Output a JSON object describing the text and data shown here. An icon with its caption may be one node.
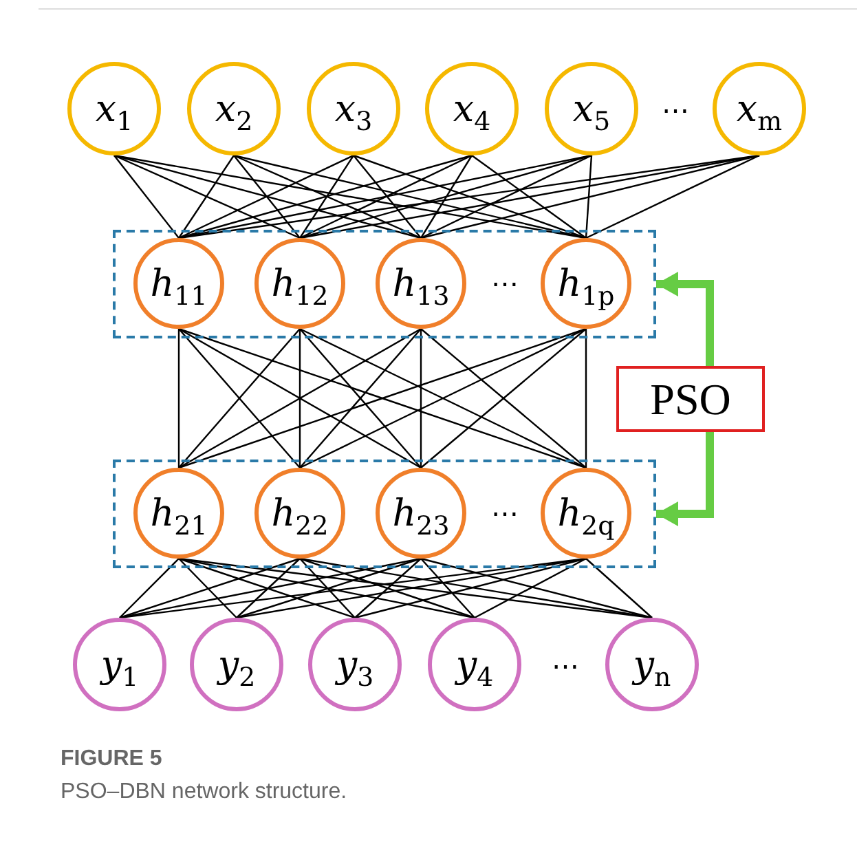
{
  "diagram": {
    "title": "FIGURE 5",
    "caption": "PSO–DBN network structure.",
    "nodes": [
      {
        "text": [
          "*x*$_{1}$"
        ]
      },
      {
        "text": [
          "*x*$_{2}$"
        ]
      },
      {
        "text": [
          "*x*$_{3}$"
        ]
      },
      {
        "text": [
          "*x*$_{4}$"
        ]
      },
      {
        "text": [
          "*x*$_{5}$"
        ]
      },
      {
        "text": [
          "*x*$_{m}$"
        ]
      },
      {
        "text": [],
        "shape": "box"
      },
      {
        "text": [
          "*h*$_{11}$"
        ],
        "in": 6
      },
      {
        "text": [
          "*h*$_{12}$"
        ],
        "in": 6
      },
      {
        "text": [
          "*h*$_{13}$"
        ],
        "in": 6
      },
      {
        "text": [
          "*h*$_{1p}$"
        ],
        "in": 6
      },
      {
        "text": [
          "PSO"
        ]
      },
      {
        "text": [],
        "shape": "box"
      },
      {
        "text": [
          "*h*$_{21}$"
        ],
        "in": 12
      },
      {
        "text": [
          "*h*$_{22}$"
        ],
        "in": 12
      },
      {
        "text": [
          "*h*$_{23}$"
        ],
        "in": 12
      },
      {
        "text": [
          "*h*$_{2q}$"
        ],
        "in": 12
      },
      {
        "text": [
          "*y*$_{1}$"
        ]
      },
      {
        "text": [
          "*y*$_{2}$"
        ]
      },
      {
        "text": [
          "*y*$_{3}$"
        ]
      },
      {
        "text": [
          "*y*$_{4}$"
        ]
      },
      {
        "text": [
          "*y*$_{n}$"
        ]
      }
    ],
    "edges": [
      {
        "from": 0,
        "to": 7,
        "arrow": "none"
      },
      {
        "from": 0,
        "to": 8,
        "arrow": "none"
      },
      {
        "from": 0,
        "to": 9,
        "arrow": "none"
      },
      {
        "from": 0,
        "to": 10,
        "arrow": "none"
      },
      {
        "from": 1,
        "to": 7,
        "arrow": "none"
      },
      {
        "from": 1,
        "to": 8,
        "arrow": "none"
      },
      {
        "from": 1,
        "to": 9,
        "arrow": "none"
      },
      {
        "from": 1,
        "to": 10,
        "arrow": "none"
      },
      {
        "from": 2,
        "to": 7,
        "arrow": "none"
      },
      {
        "from": 2,
        "to": 8,
        "arrow": "none"
      },
      {
        "from": 2,
        "to": 9,
        "arrow": "none"
      },
      {
        "from": 2,
        "to": 10,
        "arrow": "none"
      },
      {
        "from": 3,
        "to": 7,
        "arrow": "none"
      },
      {
        "from": 3,
        "to": 8,
        "arrow": "none"
      },
      {
        "from": 3,
        "to": 9,
        "arrow": "none"
      },
      {
        "from": 3,
        "to": 10,
        "arrow": "none"
      },
      {
        "from": 4,
        "to": 7,
        "arrow": "none"
      },
      {
        "from": 4,
        "to": 8,
        "arrow": "none"
      },
      {
        "from": 4,
        "to": 9,
        "arrow": "none"
      },
      {
        "from": 4,
        "to": 10,
        "arrow": "none"
      },
      {
        "from": 5,
        "to": 7,
        "arrow": "none"
      },
      {
        "from": 5,
        "to": 8,
        "arrow": "none"
      },
      {
        "from": 5,
        "to": 9,
        "arrow": "none"
      },
      {
        "from": 5,
        "to": 10,
        "arrow": "none"
      },
      {
        "from": 7,
        "to": 13,
        "arrow": "none"
      },
      {
        "from": 7,
        "to": 14,
        "arrow": "none"
      },
      {
        "from": 7,
        "to": 15,
        "arrow": "none"
      },
      {
        "from": 7,
        "to": 16,
        "arrow": "none"
      },
      {
        "from": 8,
        "to": 13,
        "arrow": "none"
      },
      {
        "from": 8,
        "to": 14,
        "arrow": "none"
      },
      {
        "from": 8,
        "to": 15,
        "arrow": "none"
      },
      {
        "from": 8,
        "to": 16,
        "arrow": "none"
      },
      {
        "from": 9,
        "to": 13,
        "arrow": "none"
      },
      {
        "from": 9,
        "to": 14,
        "arrow": "none"
      },
      {
        "from": 9,
        "to": 15,
        "arrow": "none"
      },
      {
        "from": 9,
        "to": 16,
        "arrow": "none"
      },
      {
        "from": 10,
        "to": 13,
        "arrow": "none"
      },
      {
        "from": 10,
        "to": 14,
        "arrow": "none"
      },
      {
        "from": 10,
        "to": 15,
        "arrow": "none"
      },
      {
        "from": 10,
        "to": 16,
        "arrow": "none"
      },
      {
        "from": 13,
        "to": 17,
        "arrow": "none"
      },
      {
        "from": 13,
        "to": 18,
        "arrow": "none"
      },
      {
        "from": 13,
        "to": 19,
        "arrow": "none"
      },
      {
        "from": 13,
        "to": 20,
        "arrow": "none"
      },
      {
        "from": 13,
        "to": 21,
        "arrow": "none"
      },
      {
        "from": 14,
        "to": 17,
        "arrow": "none"
      },
      {
        "from": 14,
        "to": 18,
        "arrow": "none"
      },
      {
        "from": 14,
        "to": 19,
        "arrow": "none"
      },
      {
        "from": 14,
        "to": 20,
        "arrow": "none"
      },
      {
        "from": 14,
        "to": 21,
        "arrow": "none"
      },
      {
        "from": 15,
        "to": 17,
        "arrow": "none"
      },
      {
        "from": 15,
        "to": 18,
        "arrow": "none"
      },
      {
        "from": 15,
        "to": 19,
        "arrow": "none"
      },
      {
        "from": 15,
        "to": 20,
        "arrow": "none"
      },
      {
        "from": 15,
        "to": 21,
        "arrow": "none"
      },
      {
        "from": 16,
        "to": 17,
        "arrow": "none"
      },
      {
        "from": 16,
        "to": 18,
        "arrow": "none"
      },
      {
        "from": 16,
        "to": 19,
        "arrow": "none"
      },
      {
        "from": 16,
        "to": 20,
        "arrow": "none"
      },
      {
        "from": 16,
        "to": 21,
        "arrow": "none"
      },
      {
        "from": 11,
        "to": 6,
        "arrow": "to",
        "style": "thick",
        "color": "#66cc44"
      },
      {
        "from": 11,
        "to": 12,
        "arrow": "to",
        "style": "thick",
        "color": "#66cc44"
      }
    ],
    "labels": [
      "⋯",
      "⋯",
      "⋯",
      "⋯"
    ]
  }
}
